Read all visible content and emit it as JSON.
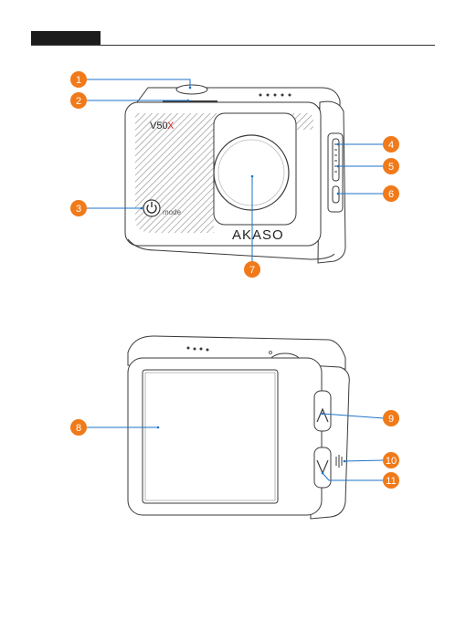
{
  "header": {
    "tab_label": ""
  },
  "camera_front": {
    "model_badge": "V50",
    "model_badge_suffix": "X",
    "mode_label": "mode",
    "brand_logo": "AKASO"
  },
  "callouts": [
    "1",
    "2",
    "3",
    "4",
    "5",
    "6",
    "7",
    "8",
    "9",
    "10",
    "11"
  ],
  "colors": {
    "callout_fill": "#f07a1a",
    "callout_line": "#1e73c8",
    "body_stroke": "#3a3a3a",
    "accent_red": "#d22b2b"
  },
  "icons": [
    "power-icon",
    "up-arrow-icon",
    "down-arrow-icon",
    "speaker-icon"
  ]
}
